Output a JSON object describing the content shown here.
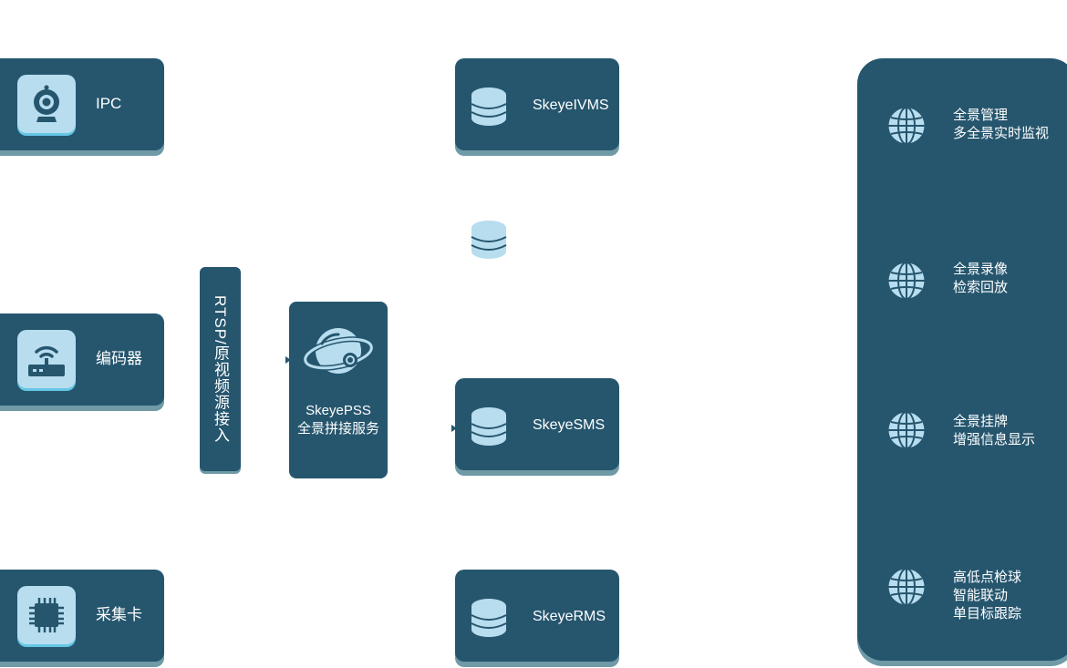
{
  "sources": [
    {
      "label": "IPC",
      "icon": "webcam-icon"
    },
    {
      "label": "编码器",
      "icon": "router-icon"
    },
    {
      "label": "采集卡",
      "icon": "chip-icon"
    }
  ],
  "ingest": {
    "label": "RTSP/原视频源接入"
  },
  "pss": {
    "title": "SkeyePSS",
    "subtitle": "全景拼接服务",
    "icon": "planet-logo-icon"
  },
  "services": [
    {
      "label": "SkeyeIVMS",
      "icon": "database-icon"
    },
    {
      "label": "SkeyeSMS",
      "icon": "database-icon"
    },
    {
      "label": "SkeyeRMS",
      "icon": "database-icon"
    }
  ],
  "features": [
    {
      "icon": "globe-icon",
      "lines": [
        "全景管理",
        "多全景实时监视"
      ]
    },
    {
      "icon": "globe-icon",
      "lines": [
        "全景录像",
        "检索回放"
      ]
    },
    {
      "icon": "globe-icon",
      "lines": [
        "全景挂牌",
        "增强信息显示"
      ]
    },
    {
      "icon": "globe-icon",
      "lines": [
        "高低点枪球",
        "智能联动",
        "单目标跟踪"
      ]
    }
  ],
  "colors": {
    "card": "#26566e",
    "icon_bg": "#b7ddef",
    "shadow": "#6f9aa6",
    "accent": "#66c6e6"
  }
}
